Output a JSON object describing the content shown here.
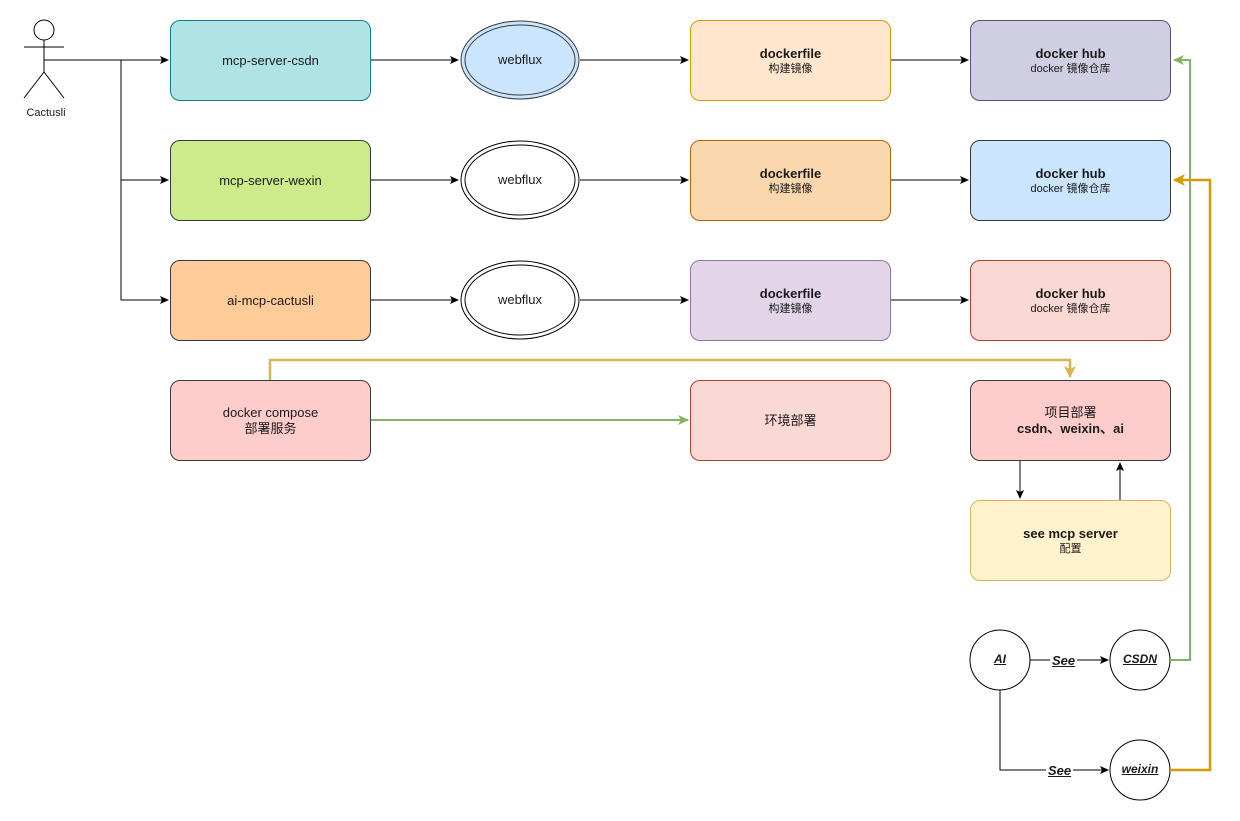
{
  "actor": {
    "label": "Cactusli"
  },
  "rows": [
    {
      "service": "mcp-server-csdn",
      "webflux": "webflux",
      "dockerfile": {
        "title": "dockerfile",
        "sub": "构建镜像"
      },
      "hub": {
        "title": "docker hub",
        "sub": "docker 镜像仓库"
      }
    },
    {
      "service": "mcp-server-wexin",
      "webflux": "webflux",
      "dockerfile": {
        "title": "dockerfile",
        "sub": "构建镜像"
      },
      "hub": {
        "title": "docker hub",
        "sub": "docker 镜像仓库"
      }
    },
    {
      "service": "ai-mcp-cactusli",
      "webflux": "webflux",
      "dockerfile": {
        "title": "dockerfile",
        "sub": "构建镜像"
      },
      "hub": {
        "title": "docker hub",
        "sub": "docker 镜像仓库"
      }
    }
  ],
  "compose": {
    "line1": "docker compose",
    "line2": "部署服务"
  },
  "env": {
    "label": "环境部署"
  },
  "project": {
    "line1": "项目部署",
    "line2": "csdn、weixin、ai"
  },
  "see_server": {
    "title": "see mcp server",
    "sub": "配置"
  },
  "circles": {
    "ai": "AI",
    "csdn": "CSDN",
    "weixin": "weixin"
  },
  "edges": {
    "see1": "See",
    "see2": "See"
  },
  "colors": {
    "cyan": "#b0e3e6",
    "green": "#cdeb8b",
    "orange": "#ffcc99",
    "blue": "#cce5ff",
    "peach_light": "#ffe6cc",
    "peach": "#fad7ac",
    "lavender_gray": "#d0cee2",
    "lavender": "#e1d5e7",
    "pink": "#fad9d5",
    "red_pink": "#ffcccc",
    "yellow": "#fff2cc",
    "green_edge": "#82b366",
    "gold_edge": "#d6b656",
    "orange_edge": "#d79b00"
  }
}
